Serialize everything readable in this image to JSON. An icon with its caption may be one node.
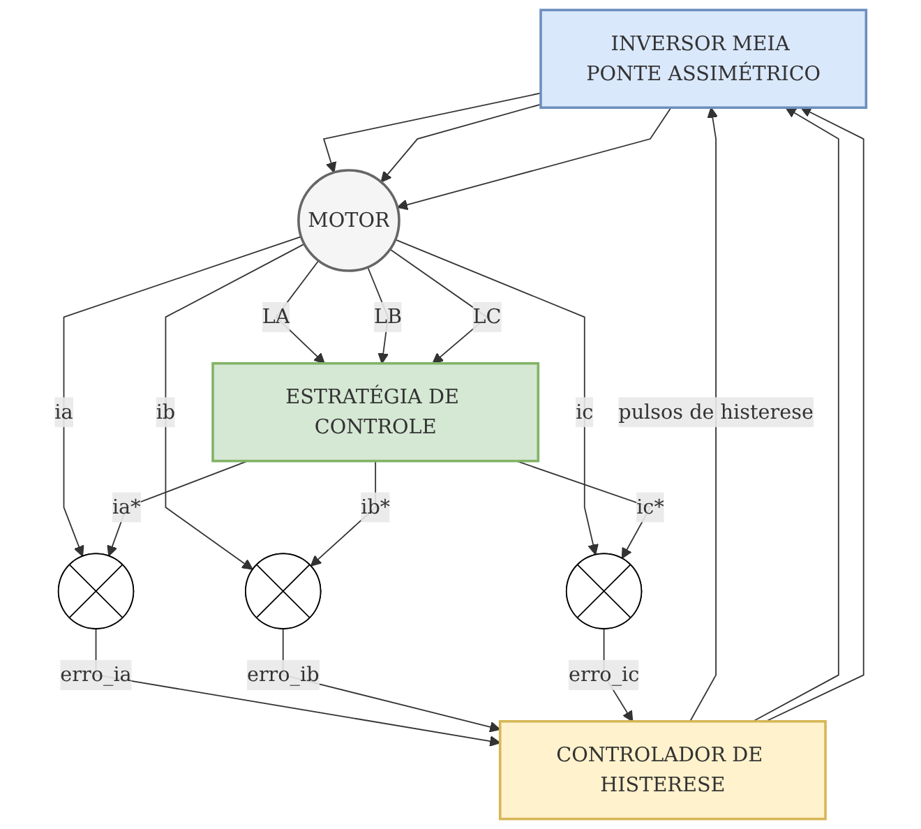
{
  "diagram": {
    "nodes": [
      {
        "text": [
          "INVERSOR MEIA PONTE ASSIMÉTRICO"
        ]
      },
      {
        "text": [
          "MOTOR"
        ]
      },
      {
        "text": [],
        "shape": "circle"
      },
      {
        "text": [],
        "shape": "circle"
      },
      {
        "text": [],
        "shape": "circle"
      },
      {
        "text": [
          "CONTROLADOR DE HISTERESE"
        ]
      },
      {
        "text": [
          "ESTRATÉGIA DE CONTROLE"
        ]
      }
    ],
    "edges": [
      {
        "from": 0,
        "to": 1,
        "arrow": "to"
      },
      {
        "from": 0,
        "to": 1,
        "arrow": "to"
      },
      {
        "from": 0,
        "to": 1,
        "arrow": "to"
      },
      {
        "from": 1,
        "to": 2,
        "arrow": "to",
        "label": "ia"
      },
      {
        "from": 1,
        "to": 3,
        "arrow": "to",
        "label": "ib"
      },
      {
        "from": 1,
        "to": 4,
        "arrow": "to",
        "label": "ic"
      },
      {
        "from": 2,
        "to": 5,
        "arrow": "to",
        "label": "erro_ia"
      },
      {
        "from": 3,
        "to": 5,
        "arrow": "to",
        "label": "erro_ib"
      },
      {
        "from": 4,
        "to": 5,
        "arrow": "to",
        "label": "erro_ic"
      },
      {
        "from": 5,
        "to": 0,
        "arrow": "to",
        "label": "pulsos de histerese"
      },
      {
        "from": 5,
        "to": 0,
        "arrow": "to"
      },
      {
        "from": 5,
        "to": 0,
        "arrow": "to"
      },
      {
        "from": 1,
        "to": 6,
        "arrow": "to",
        "label": "LA"
      },
      {
        "from": 1,
        "to": 6,
        "arrow": "to",
        "label": "LB"
      },
      {
        "from": 1,
        "to": 6,
        "arrow": "to",
        "label": "LC"
      },
      {
        "from": 6,
        "to": 2,
        "arrow": "to",
        "label": "ia*"
      },
      {
        "from": 6,
        "to": 3,
        "arrow": "to",
        "label": "ib*"
      },
      {
        "from": 6,
        "to": 4,
        "arrow": "to",
        "label": "ic*"
      }
    ]
  }
}
